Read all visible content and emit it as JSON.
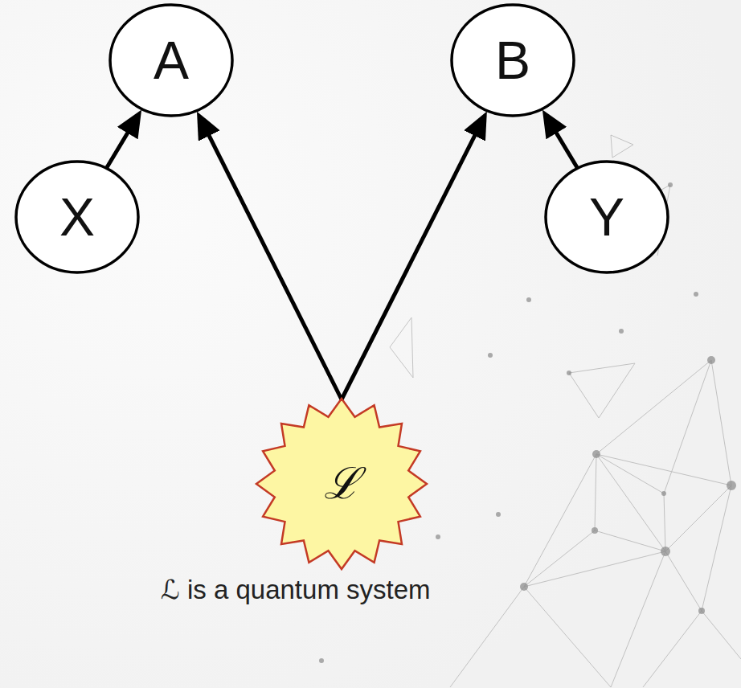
{
  "diagram": {
    "nodes": [
      {
        "text": [
          "A"
        ]
      },
      {
        "text": [
          "B"
        ]
      },
      {
        "text": [
          "X"
        ]
      },
      {
        "text": [
          "Y"
        ]
      },
      {
        "text": [
          "ℒ"
        ]
      }
    ],
    "edges": [
      {
        "from": 2,
        "to": 0,
        "arrow": "to"
      },
      {
        "from": 4,
        "to": 0,
        "arrow": "to"
      },
      {
        "from": 4,
        "to": 1,
        "arrow": "to"
      },
      {
        "from": 3,
        "to": 1,
        "arrow": "to"
      }
    ],
    "labels": [
      "ℒ is a quantum system"
    ]
  }
}
